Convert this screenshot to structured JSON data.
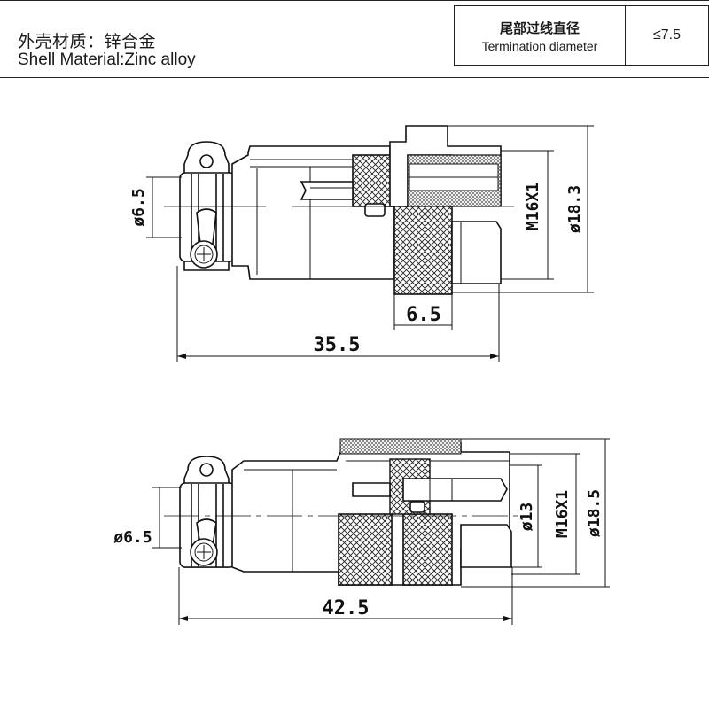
{
  "header": {
    "material_cn": "外壳材质：锌合金",
    "material_en": "Shell Material:Zinc alloy"
  },
  "spec": {
    "label_cn": "尾部过线直径",
    "label_en": "Termination diameter",
    "value": "≤7.5"
  },
  "drawing_top": {
    "cable_dia": "ø6.5",
    "cable_dia_vertical": "6.5",
    "nut_width": "6.5",
    "total_length": "35.5",
    "thread": "M16X1",
    "outer_dia": "ø18.3"
  },
  "drawing_bottom": {
    "cable_dia": "ø6.5",
    "total_length": "42.5",
    "inner_dia": "ø13",
    "thread": "M16X1",
    "outer_dia": "ø18.5"
  },
  "colors": {
    "line": "#111111",
    "background": "#ffffff"
  }
}
